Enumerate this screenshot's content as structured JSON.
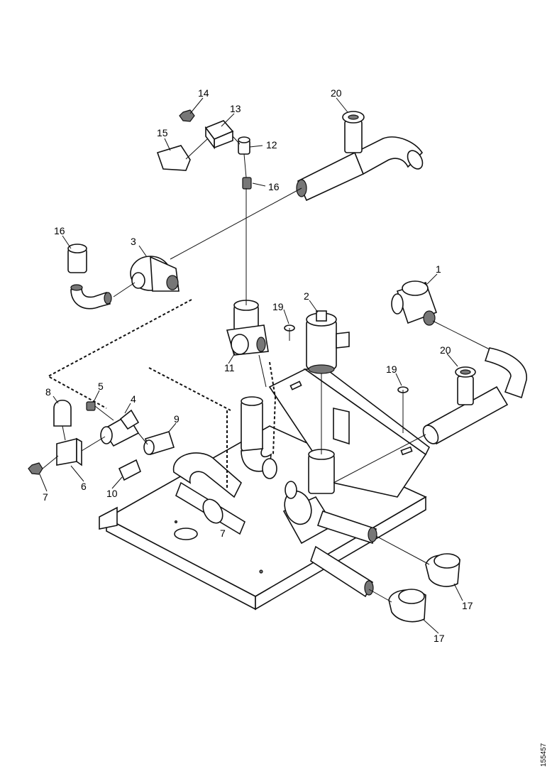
{
  "diagram": {
    "part_callouts": [
      {
        "key": "p1",
        "label": "1"
      },
      {
        "key": "p2",
        "label": "2"
      },
      {
        "key": "p3",
        "label": "3"
      },
      {
        "key": "p4",
        "label": "4"
      },
      {
        "key": "p5",
        "label": "5"
      },
      {
        "key": "p6",
        "label": "6"
      },
      {
        "key": "p7",
        "label": "7"
      },
      {
        "key": "p8",
        "label": "8"
      },
      {
        "key": "p9",
        "label": "9"
      },
      {
        "key": "p10",
        "label": "10"
      },
      {
        "key": "p11",
        "label": "11"
      },
      {
        "key": "p12",
        "label": "12"
      },
      {
        "key": "p13",
        "label": "13"
      },
      {
        "key": "p14",
        "label": "14"
      },
      {
        "key": "p15",
        "label": "15"
      },
      {
        "key": "p16a",
        "label": "16"
      },
      {
        "key": "p16b",
        "label": "16"
      },
      {
        "key": "p17a",
        "label": "17"
      },
      {
        "key": "p17b",
        "label": "17"
      },
      {
        "key": "p19a",
        "label": "19"
      },
      {
        "key": "p19b",
        "label": "19"
      },
      {
        "key": "p20a",
        "label": "20"
      },
      {
        "key": "p20b",
        "label": "20"
      }
    ],
    "base_plate_mark": "7",
    "drawing_id": "155457"
  }
}
